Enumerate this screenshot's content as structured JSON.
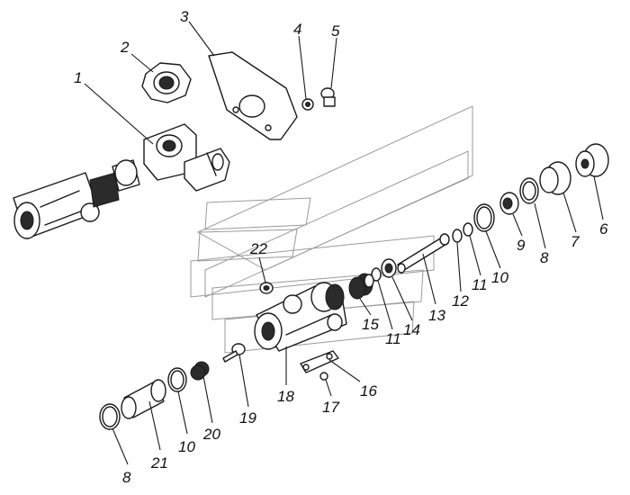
{
  "diagram": {
    "callouts": [
      {
        "id": "c1",
        "text": "1"
      },
      {
        "id": "c2",
        "text": "2"
      },
      {
        "id": "c3",
        "text": "3"
      },
      {
        "id": "c4",
        "text": "4"
      },
      {
        "id": "c5",
        "text": "5"
      },
      {
        "id": "c6",
        "text": "6"
      },
      {
        "id": "c7",
        "text": "7"
      },
      {
        "id": "c8a",
        "text": "8"
      },
      {
        "id": "c9",
        "text": "9"
      },
      {
        "id": "c10a",
        "text": "10"
      },
      {
        "id": "c11a",
        "text": "11"
      },
      {
        "id": "c12",
        "text": "12"
      },
      {
        "id": "c13",
        "text": "13"
      },
      {
        "id": "c14",
        "text": "14"
      },
      {
        "id": "c11b",
        "text": "11"
      },
      {
        "id": "c15",
        "text": "15"
      },
      {
        "id": "c16",
        "text": "16"
      },
      {
        "id": "c17",
        "text": "17"
      },
      {
        "id": "c18",
        "text": "18"
      },
      {
        "id": "c19",
        "text": "19"
      },
      {
        "id": "c20",
        "text": "20"
      },
      {
        "id": "c10b",
        "text": "10"
      },
      {
        "id": "c21",
        "text": "21"
      },
      {
        "id": "c8b",
        "text": "8"
      },
      {
        "id": "c22",
        "text": "22"
      }
    ]
  }
}
